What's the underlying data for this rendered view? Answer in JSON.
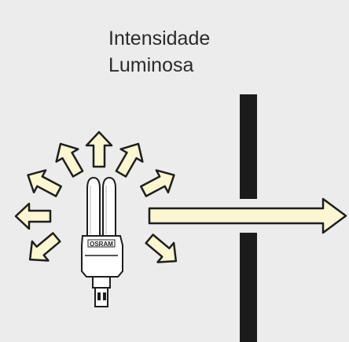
{
  "title_lines": [
    "Intensidade",
    "Luminosa"
  ],
  "lamp": {
    "brand_label": "OSRAM"
  },
  "colors": {
    "background": "#ececec",
    "arrow_fill": "#fcf6d2",
    "outline": "#1e1e1e",
    "barrier": "#1b1b1b"
  },
  "icons": [
    "cfl-lamp-icon",
    "radiating-arrow-icon",
    "light-beam-arrow-icon",
    "slit-barrier"
  ]
}
